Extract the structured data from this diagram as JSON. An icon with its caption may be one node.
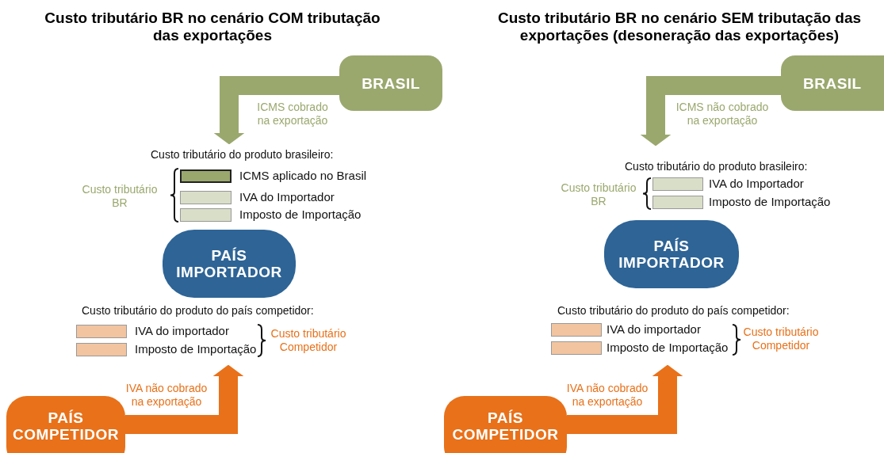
{
  "diagram": {
    "nodes": [
      {
        "text": [
          "BRASIL"
        ]
      },
      {
        "text": [
          "PAÍS IMPORTADOR"
        ]
      },
      {
        "text": [
          "PAÍS COMPETIDOR"
        ]
      },
      {
        "text": [
          "BRASIL"
        ]
      },
      {
        "text": [
          "PAÍS IMPORTADOR"
        ]
      },
      {
        "text": [
          "PAÍS COMPETIDOR"
        ]
      }
    ],
    "edges": [
      {
        "from": 0,
        "to": 1,
        "arrow": "to",
        "label": "ICMS cobrado na exportação",
        "color": "#9aa86e"
      },
      {
        "from": 2,
        "to": 1,
        "arrow": "to",
        "label": "IVA não cobrado na exportação",
        "color": "#e8711a"
      },
      {
        "from": 3,
        "to": 4,
        "arrow": "to",
        "label": "ICMS não cobrado na exportação",
        "color": "#9aa86e"
      },
      {
        "from": 5,
        "to": 4,
        "arrow": "to",
        "label": "IVA não cobrado na exportação",
        "color": "#e8711a"
      }
    ],
    "labels": [
      "Custo tributário BR no cenário COM tributação das exportações",
      "Custo tributário BR no cenário SEM tributação das exportações (desoneração das exportações)",
      "Custo tributário do produto brasileiro:",
      "Custo tributário BR",
      "Custo tributário do produto do país competidor:",
      "Custo tributário Competidor",
      "Custo tributário do produto brasileiro:",
      "Custo tributário BR",
      "Custo tributário do produto do país competidor:",
      "Custo tributário Competidor"
    ],
    "legend": [
      {
        "text": "ICMS aplicado no Brasil",
        "color": "#9aa86e"
      },
      {
        "text": "IVA do Importador",
        "color": "#d9dec8"
      },
      {
        "text": "Imposto de Importação",
        "color": "#d9dec8"
      },
      {
        "text": "IVA do importador",
        "color": "#f2c4a0"
      },
      {
        "text": "Imposto de Importação",
        "color": "#f2c4a0"
      },
      {
        "text": "IVA do Importador",
        "color": "#d9dec8"
      },
      {
        "text": "Imposto de Importação",
        "color": "#d9dec8"
      },
      {
        "text": "IVA do importador",
        "color": "#f2c4a0"
      },
      {
        "text": "Imposto de Importação",
        "color": "#f2c4a0"
      }
    ]
  }
}
